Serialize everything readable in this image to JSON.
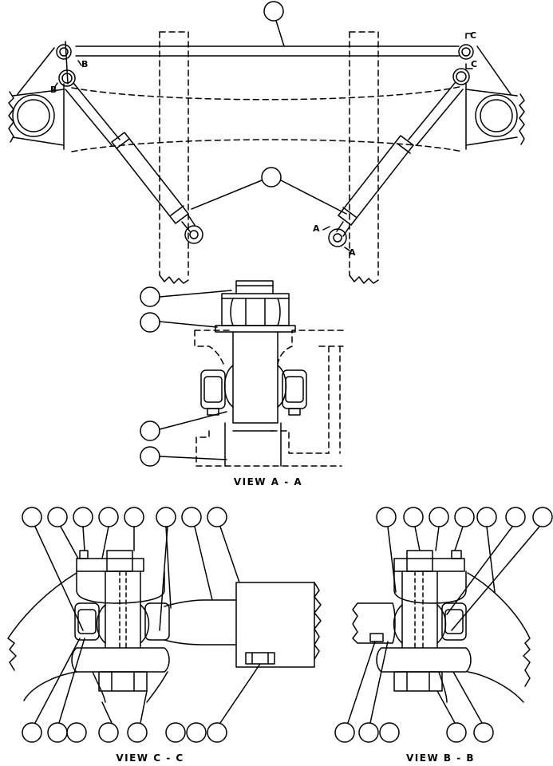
{
  "views": {
    "aa_title": "VIEW A - A",
    "cc_title": "VIEW C - C",
    "bb_title": "VIEW B - B"
  },
  "section_markers": {
    "a": "A",
    "b": "B",
    "c": "C"
  },
  "colors": {
    "line": "#000000",
    "background": "#ffffff"
  }
}
